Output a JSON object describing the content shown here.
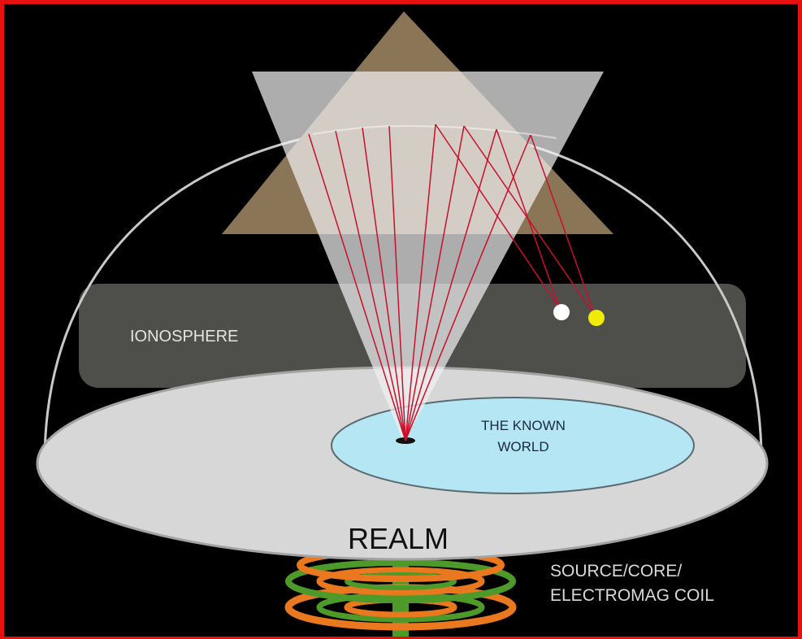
{
  "labels": {
    "ionosphere": "IONOSPHERE",
    "known_world_line1": "THE KNOWN",
    "known_world_line2": "WORLD",
    "realm": "REALM",
    "coil_line1": "SOURCE/CORE/",
    "coil_line2": "ELECTROMAG COIL"
  },
  "colors": {
    "frame_border": "#e8100f",
    "background": "#000000",
    "dome_outline": "#c9c9c9",
    "realm_disc": "#d7d7d7",
    "known_world": "#b4e6f4",
    "ionosphere_band": "#4e4e4b",
    "inverted_triangle": "#e6e6e6",
    "upright_triangle": "#8a7556",
    "rays": "#c9102a",
    "coil_orange": "#e9781f",
    "coil_green": "#4d9a2a",
    "white_light": "#ffffff",
    "yellow_light": "#f2ea08"
  },
  "icons": [
    "white-light-orb",
    "yellow-light-orb",
    "electromagnetic-coil"
  ]
}
